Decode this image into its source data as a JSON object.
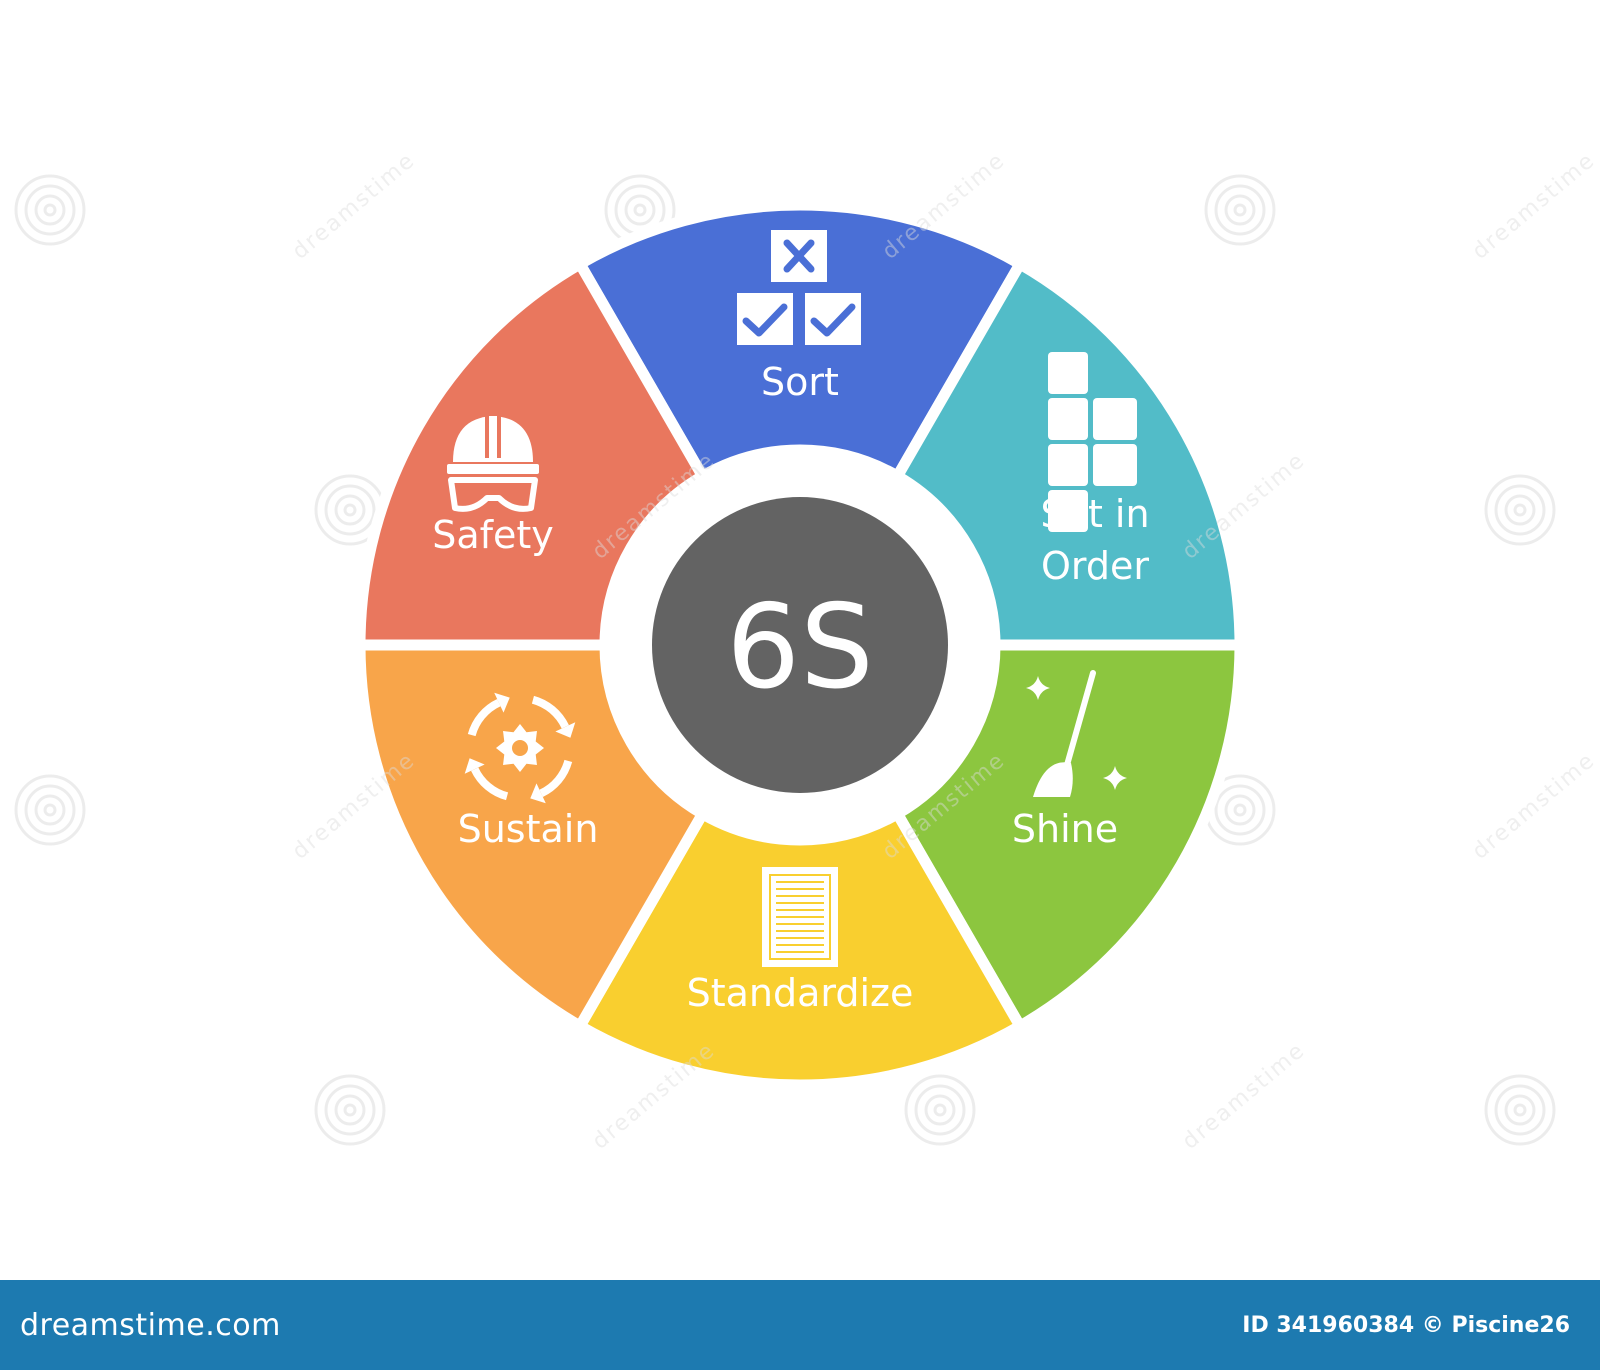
{
  "center": {
    "label": "6S",
    "color": "#636363"
  },
  "segments": [
    {
      "key": "sort",
      "label_lines": [
        "Sort"
      ],
      "color": "#4a6fd6",
      "icon": "checkbox-x-check-icon"
    },
    {
      "key": "set-in-order",
      "label_lines": [
        "Set in",
        "Order"
      ],
      "color": "#52bcc8",
      "icon": "stacked-blocks-icon"
    },
    {
      "key": "shine",
      "label_lines": [
        "Shine"
      ],
      "color": "#8cc63f",
      "icon": "broom-sparkle-icon"
    },
    {
      "key": "standardize",
      "label_lines": [
        "Standardize"
      ],
      "color": "#f9cf2f",
      "icon": "document-icon"
    },
    {
      "key": "sustain",
      "label_lines": [
        "Sustain"
      ],
      "color": "#f8a54a",
      "icon": "gear-cycle-icon"
    },
    {
      "key": "safety",
      "label_lines": [
        "Safety"
      ],
      "color": "#e9775e",
      "icon": "hardhat-goggles-icon"
    }
  ],
  "watermark": {
    "text": "dreamstime"
  },
  "footer": {
    "brand": "dreamstime.com",
    "id_text": "ID 341960384 © Piscine26",
    "color": "#1d7ab0"
  }
}
